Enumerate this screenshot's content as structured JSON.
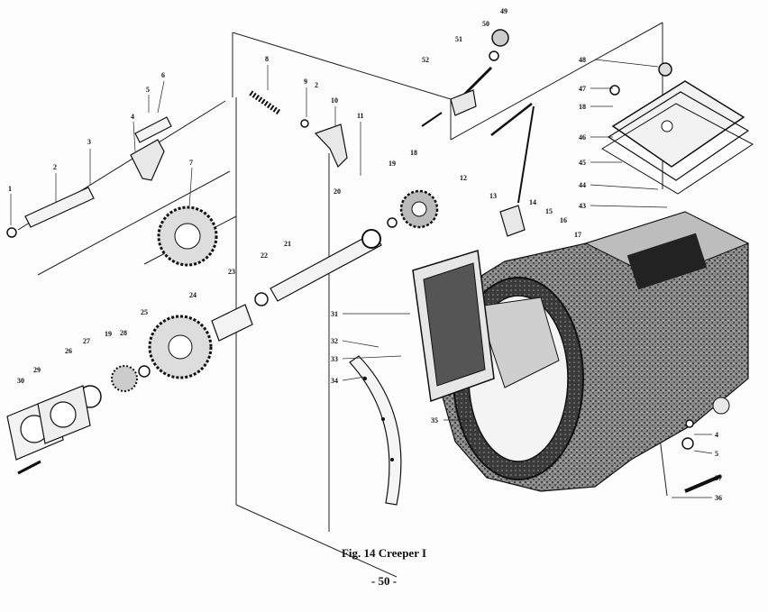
{
  "figure": {
    "caption": "Fig. 14  Creeper  I",
    "page_number": "- 50 -"
  },
  "callouts": [
    "1",
    "2",
    "3",
    "4",
    "5",
    "6",
    "7",
    "8",
    "9",
    "2",
    "10",
    "11",
    "12",
    "13",
    "14",
    "15",
    "16",
    "17",
    "18",
    "19",
    "20",
    "21",
    "22",
    "23",
    "24",
    "25",
    "26",
    "27",
    "28",
    "29",
    "30",
    "31",
    "32",
    "33",
    "34",
    "35",
    "43",
    "44",
    "45",
    "46",
    "47",
    "18",
    "48",
    "49",
    "50",
    "51",
    "52",
    "4",
    "5",
    "37",
    "36",
    "19"
  ],
  "colors": {
    "ink": "#111111",
    "paper": "#fdfdfd",
    "stipple": "#555555"
  }
}
